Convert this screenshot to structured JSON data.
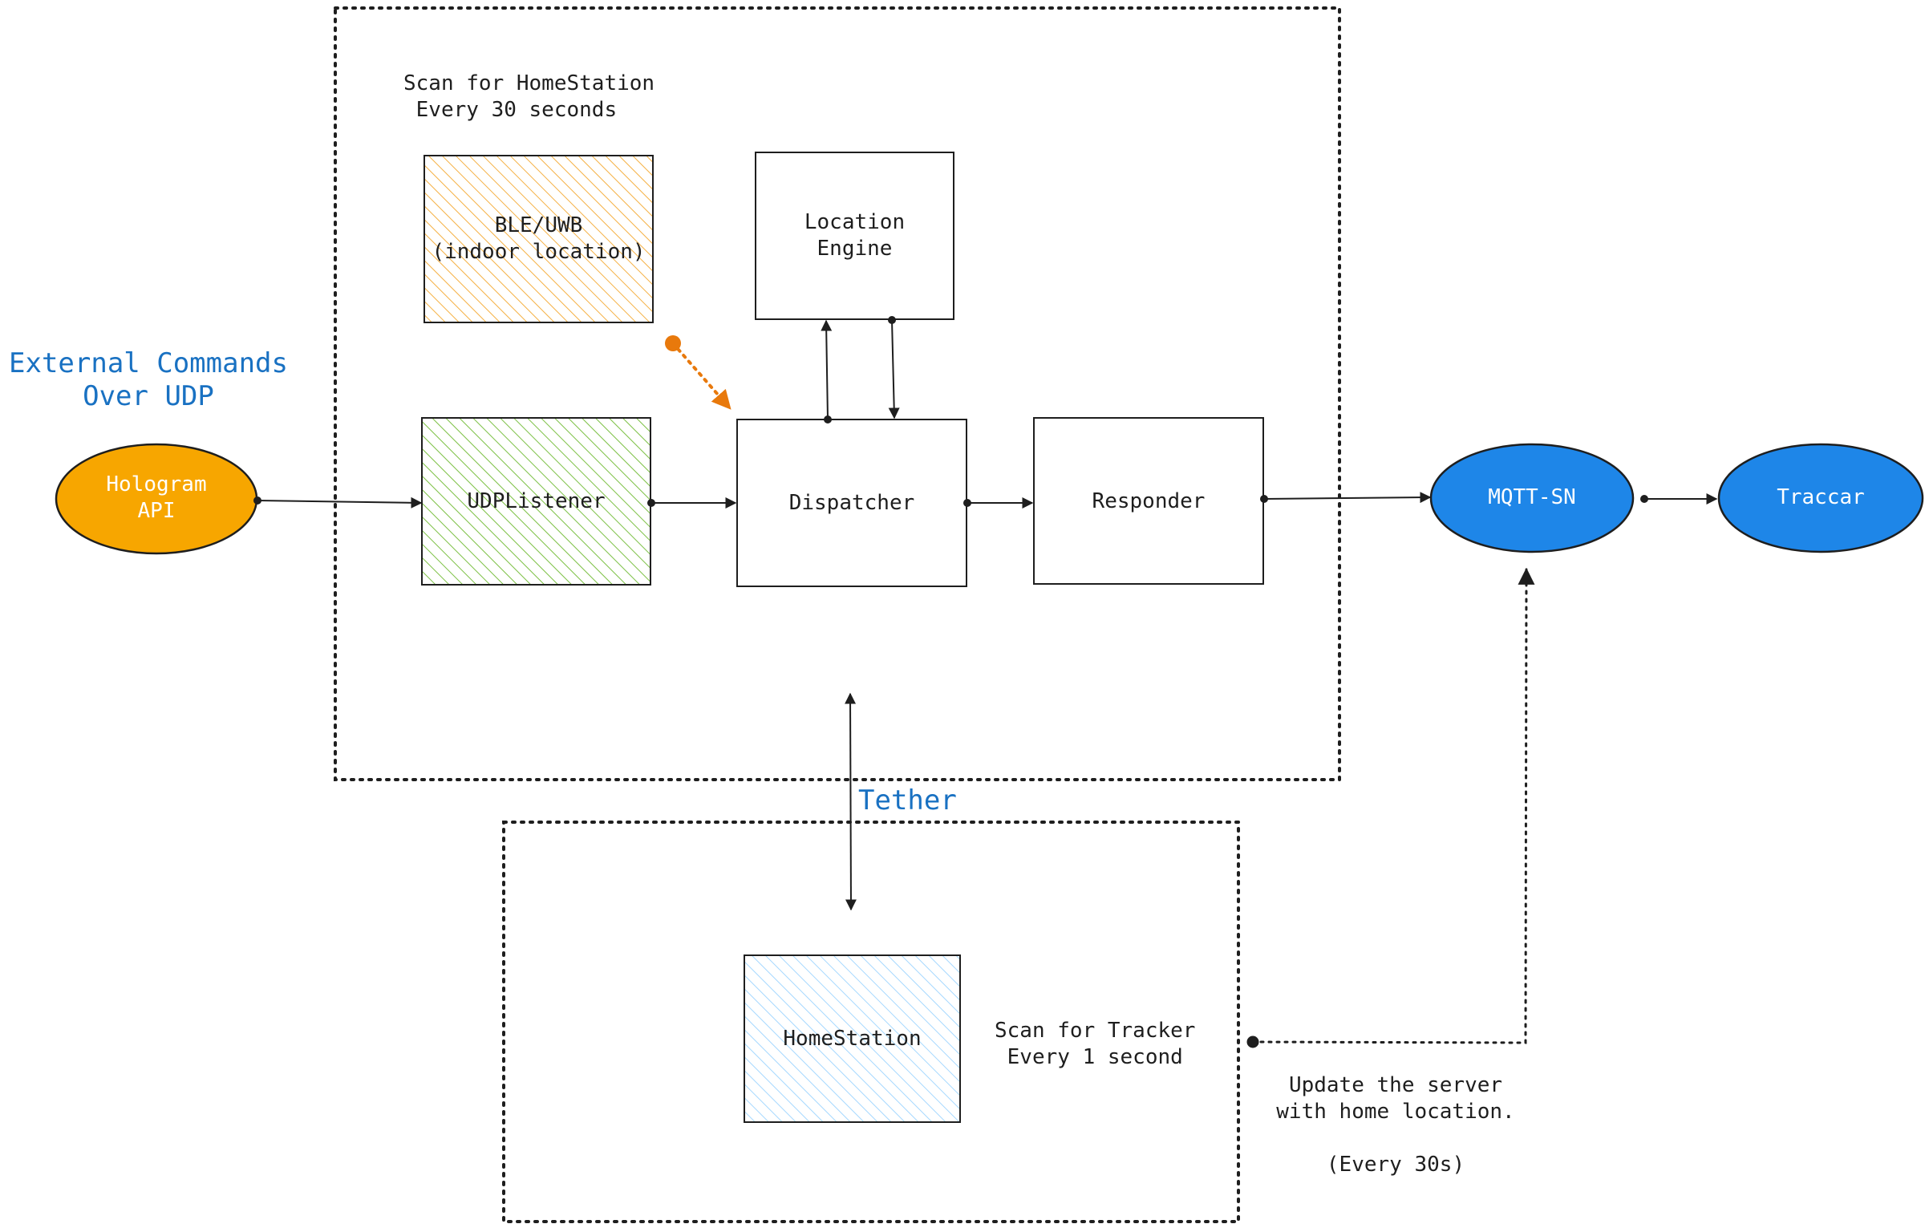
{
  "colors": {
    "stroke": "#1e1e1e",
    "blue_text": "#1971c2",
    "orange_fill": "#f7a600",
    "blue_fill": "#1e86e8",
    "hatch_orange": "#f5b042",
    "hatch_green": "#7bc043",
    "hatch_blue": "#a5d8ff",
    "orange_arrow": "#e8790c"
  },
  "labels": {
    "scan_homestation": "Scan for HomeStation\n Every 30 seconds",
    "ble_uwb": "BLE/UWB\n(indoor location)",
    "location_engine": "Location\nEngine",
    "external_commands": "External Commands\nOver UDP",
    "hologram_api": "Hologram\nAPI",
    "udp_listener": "UDPListener",
    "dispatcher": "Dispatcher",
    "responder": "Responder",
    "mqtt_sn": "MQTT-SN",
    "traccar": "Traccar",
    "tether": "Tether",
    "homestation": "HomeStation",
    "scan_tracker": "Scan for Tracker\n Every 1 second",
    "update_server": "Update the server\nwith home location.\n\n(Every 30s)"
  }
}
